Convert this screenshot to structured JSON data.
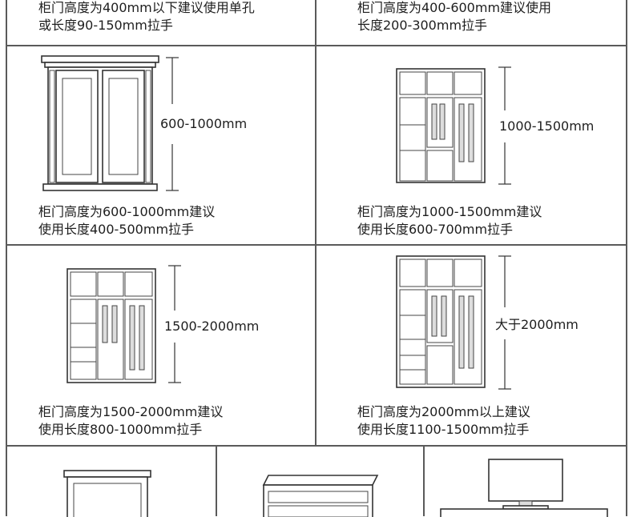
{
  "cells": [
    {
      "id": "c1",
      "caption": [
        "柜门高度为400mm以下建议使用单孔",
        "或长度90-150mm拉手"
      ]
    },
    {
      "id": "c2",
      "caption": [
        "柜门高度为400-600mm建议使用",
        "长度200-300mm拉手"
      ]
    },
    {
      "id": "c3",
      "dimension": "600-1000mm",
      "caption": [
        "柜门高度为600-1000mm建议",
        "使用长度400-500mm拉手"
      ]
    },
    {
      "id": "c4",
      "dimension": "1000-1500mm",
      "caption": [
        "柜门高度为1000-1500mm建议",
        "使用长度600-700mm拉手"
      ]
    },
    {
      "id": "c5",
      "dimension": "1500-2000mm",
      "caption": [
        "柜门高度为1500-2000mm建议",
        "使用长度800-1000mm拉手"
      ]
    },
    {
      "id": "c6",
      "dimension": "大于2000mm",
      "caption": [
        "柜门高度为2000mm以上建议",
        "使用长度1100-1500mm拉手"
      ]
    }
  ],
  "icons": [
    "double-door-wardrobe-icon",
    "wardrobe-icon",
    "tall-wardrobe-icon",
    "nightstand-icon",
    "dresser-icon",
    "tv-cabinet-icon"
  ]
}
